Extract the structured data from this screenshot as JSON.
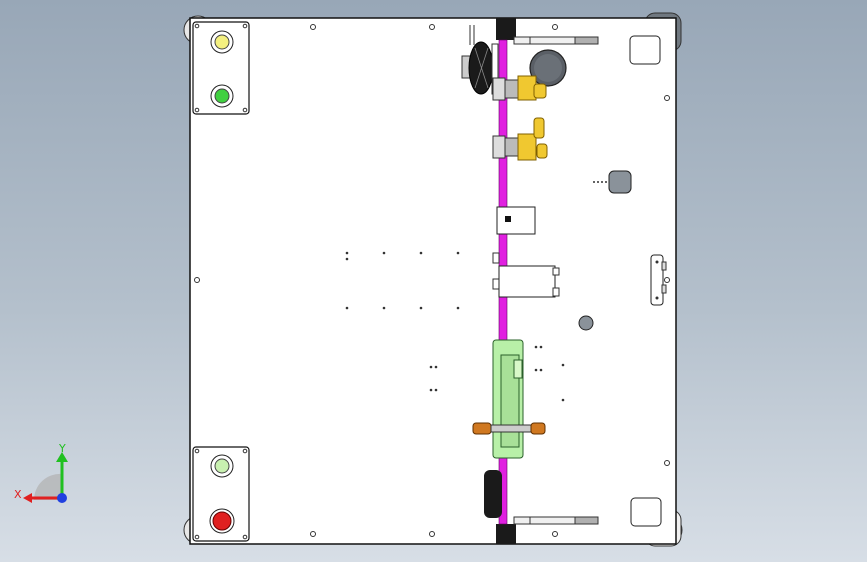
{
  "triad": {
    "x_label": "X",
    "y_label": "Y",
    "x_color": "#e02020",
    "y_color": "#20c020",
    "z_color": "#2040e0"
  },
  "colors": {
    "plate_fill": "#ffffff",
    "plate_stroke": "#111111",
    "rail_magenta": "#e020e0",
    "brass": "#f0c830",
    "copper": "#d07820",
    "light_green": "#b8f0a8",
    "lamp_yellow": "#f4f080",
    "lamp_green": "#40d040",
    "lamp_pale_green": "#c8f0b0",
    "lamp_red": "#e02020",
    "gray_part": "#808890",
    "dark_part": "#222222"
  },
  "components": [
    "base-plate",
    "indicator-box-top",
    "indicator-box-bottom",
    "magenta-rail",
    "brass-valve-upper",
    "brass-valve-lower",
    "motor-round",
    "fan-part",
    "switch-block",
    "cylinder-block",
    "green-fixture",
    "copper-rod",
    "slide-rails",
    "corner-feet"
  ]
}
